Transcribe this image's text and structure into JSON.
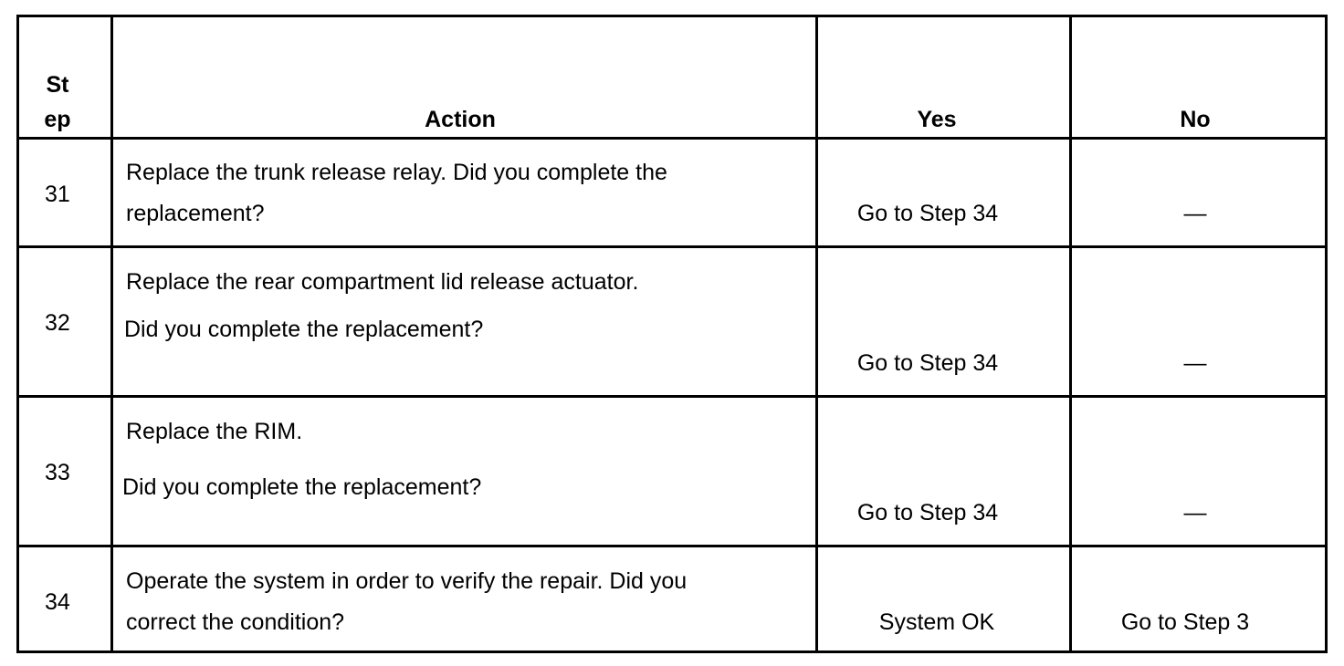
{
  "header": {
    "step_line1": "St",
    "step_line2": "ep",
    "action": "Action",
    "yes": "Yes",
    "no": "No"
  },
  "rows": [
    {
      "step": "31",
      "action_lines": [
        "Replace the trunk release relay. Did you complete the",
        "replacement?"
      ],
      "yes": "Go to Step 34",
      "no": "—"
    },
    {
      "step": "32",
      "action_lines": [
        "Replace the rear compartment lid release actuator.",
        "Did you complete the replacement?"
      ],
      "yes": "Go to Step 34",
      "no": "—"
    },
    {
      "step": "33",
      "action_lines": [
        "Replace the RIM.",
        "Did you complete the replacement?"
      ],
      "yes": "Go to Step 34",
      "no": "—"
    },
    {
      "step": "34",
      "action_lines": [
        "Operate the system in order to verify the repair. Did you",
        "correct the condition?"
      ],
      "yes": "System OK",
      "no": "Go to Step 3"
    }
  ]
}
